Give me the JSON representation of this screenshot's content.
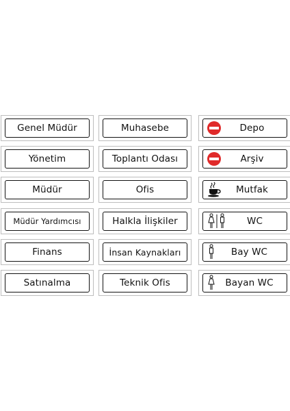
{
  "signs": {
    "col1": [
      {
        "label": "Genel Müdür"
      },
      {
        "label": "Yönetim"
      },
      {
        "label": "Müdür"
      },
      {
        "label": "Müdür Yardımcısı"
      },
      {
        "label": "Finans"
      },
      {
        "label": "Satınalma"
      }
    ],
    "col2": [
      {
        "label": "Muhasebe"
      },
      {
        "label": "Toplantı Odası"
      },
      {
        "label": "Ofis"
      },
      {
        "label": "Halkla İlişkiler"
      },
      {
        "label": "İnsan Kaynakları"
      },
      {
        "label": "Teknik Ofis"
      }
    ],
    "col3": [
      {
        "label": "Depo",
        "icon": "no-entry-icon"
      },
      {
        "label": "Arşiv",
        "icon": "no-entry-icon"
      },
      {
        "label": "Mutfak",
        "icon": "coffee-cup-icon"
      },
      {
        "label": "WC",
        "icon": "man-woman-icon"
      },
      {
        "label": "Bay WC",
        "icon": "man-icon"
      },
      {
        "label": "Bayan WC",
        "icon": "woman-icon"
      }
    ]
  },
  "colors": {
    "no_entry_red": "#e02a2a",
    "frame": "#111111",
    "outer_border": "#bdbdbd"
  }
}
